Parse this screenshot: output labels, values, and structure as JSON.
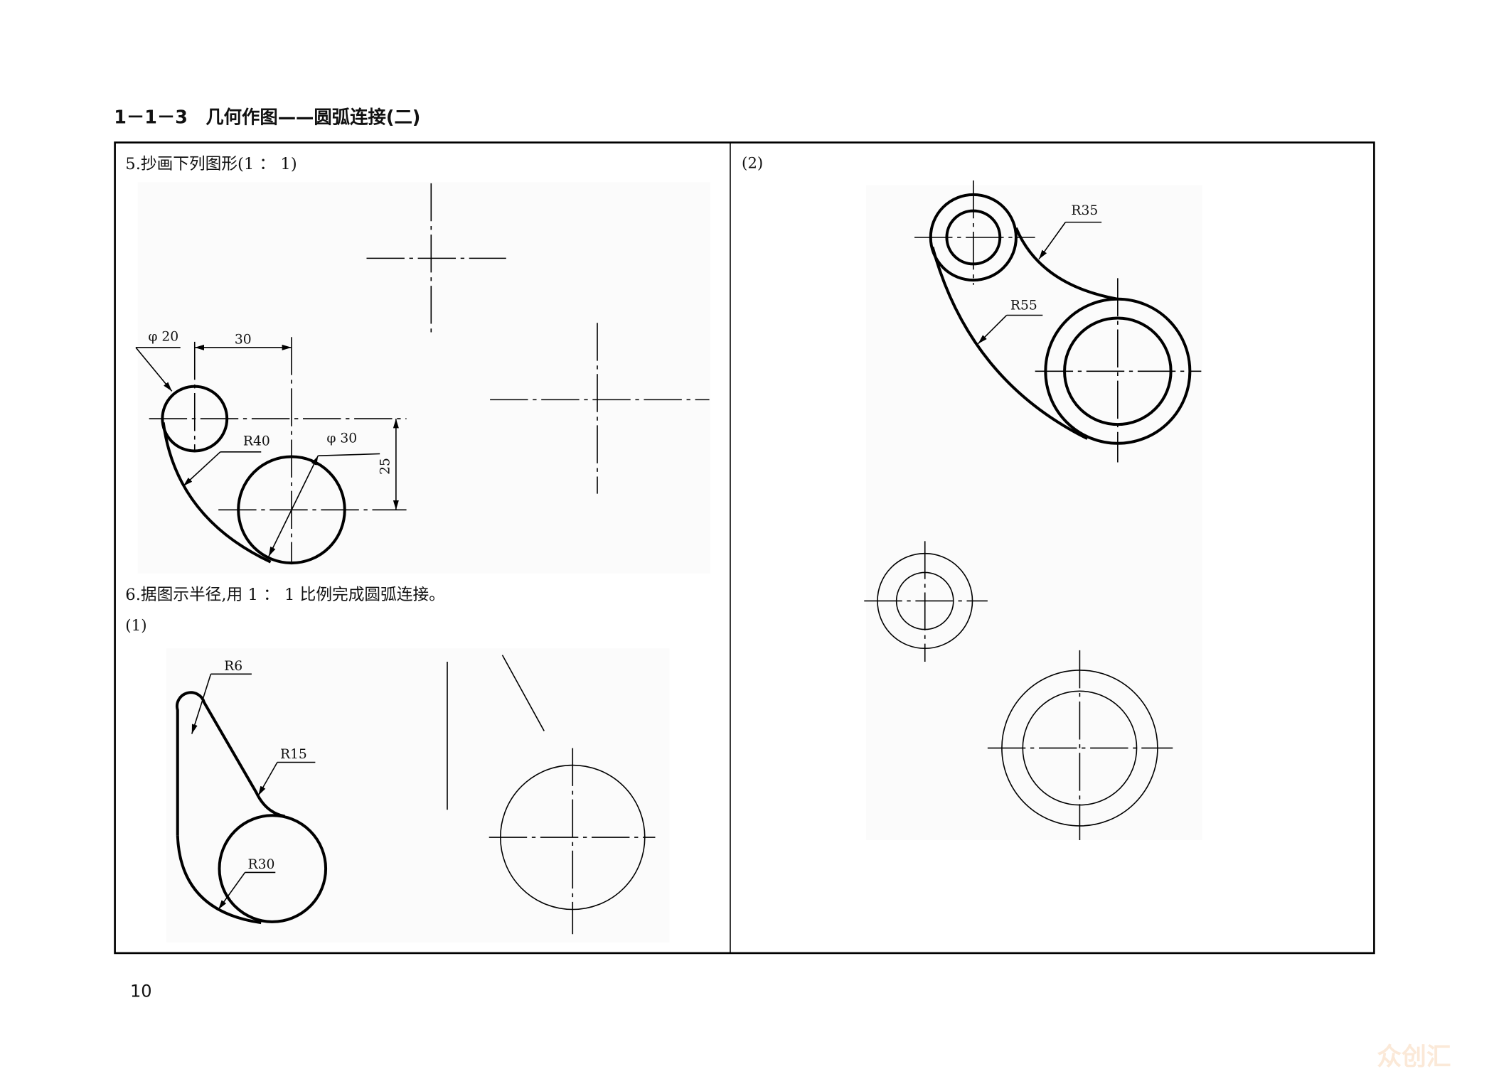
{
  "header": {
    "title": "1－1－3　几何作图——圆弧连接(二)"
  },
  "exercise5": {
    "instruction": "5.抄画下列图形(1 ： 1)",
    "dims": {
      "phi20": "φ 20",
      "d30": "30",
      "r40": "R40",
      "phi30": "φ 30",
      "d25": "25"
    }
  },
  "exercise6": {
    "instruction": "6.据图示半径,用 1 ： 1 比例完成圆弧连接。",
    "part1_label": "(1)",
    "part1_dims": {
      "r6": "R6",
      "r15": "R15",
      "r30": "R30"
    },
    "part2_label": "(2)",
    "part2_dims": {
      "r35": "R35",
      "r55": "R55"
    }
  },
  "footer": {
    "page_number": "10",
    "watermark": "众创汇"
  }
}
